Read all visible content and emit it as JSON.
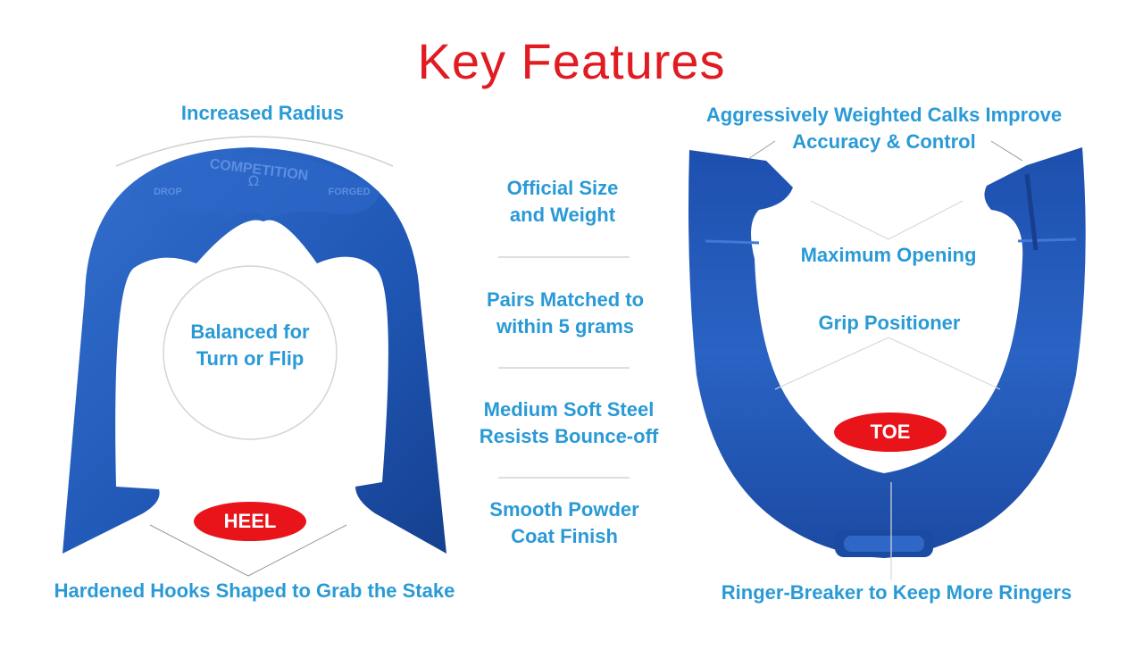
{
  "title": "Key Features",
  "left": {
    "top_label": "Increased Radius",
    "stamp_top": "COMPETITION",
    "stamp_symbol": "Ω",
    "stamp_left": "DROP",
    "stamp_right": "FORGED",
    "center_label": [
      "Balanced for",
      "Turn or Flip"
    ],
    "badge": "HEEL",
    "bottom_label": "Hardened Hooks Shaped to Grab the Stake"
  },
  "middle": [
    [
      "Official Size",
      "and Weight"
    ],
    [
      "Pairs Matched to",
      "within 5 grams"
    ],
    [
      "Medium Soft Steel",
      "Resists Bounce-off"
    ],
    [
      "Smooth Powder",
      "Coat Finish"
    ]
  ],
  "right": {
    "top_label": [
      "Aggressively Weighted Calks Improve",
      "Accuracy & Control"
    ],
    "opening_label": "Maximum Opening",
    "grip_label": "Grip Positioner",
    "badge": "TOE",
    "bottom_label": "Ringer-Breaker to Keep More Ringers"
  },
  "colors": {
    "title": "#e11b22",
    "label": "#2a9ad6",
    "badge": "#e8141a",
    "horseshoe": "#1f56b4"
  }
}
